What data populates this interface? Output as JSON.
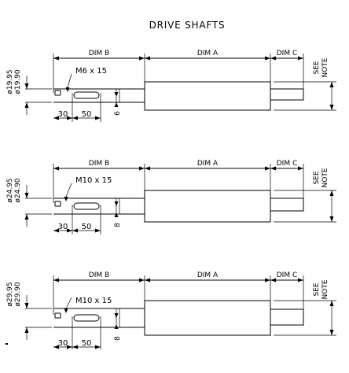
{
  "title": "DRIVE SHAFTS",
  "labels": {
    "dim_a": "DIM A",
    "dim_b": "DIM B",
    "dim_c": "DIM C",
    "see_note_1": "SEE",
    "see_note_2": "NOTE",
    "dim_30": "30",
    "dim_50": "50"
  },
  "shafts": [
    {
      "dia_max": "ø19.95",
      "dia_min": "ø19.90",
      "thread": "M6 x 15",
      "key_width": "6"
    },
    {
      "dia_max": "ø24.95",
      "dia_min": "ø24.90",
      "thread": "M10 x 15",
      "key_width": "8"
    },
    {
      "dia_max": "ø29.95",
      "dia_min": "ø29.90",
      "thread": "M10 x 15",
      "key_width": "8"
    }
  ]
}
